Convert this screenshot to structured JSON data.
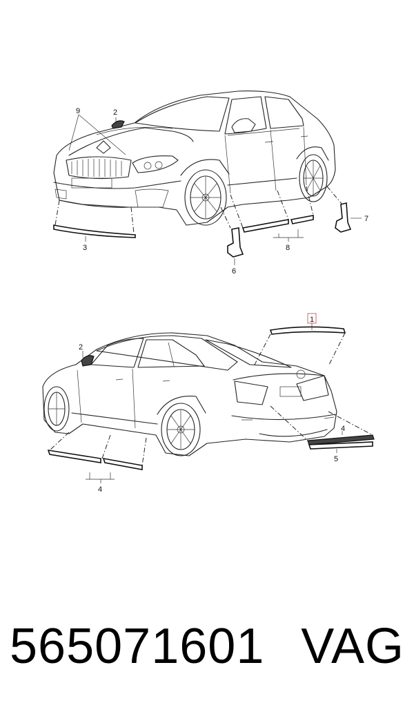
{
  "callouts_front": [
    "9",
    "2",
    "3",
    "6",
    "8",
    "7"
  ],
  "callouts_rear": [
    "1",
    "2",
    "4",
    "5",
    "4"
  ],
  "footer": {
    "part_number": "565071601",
    "brand": "VAG"
  },
  "colors": {
    "highlight_box": "#e06070",
    "line": "#222222"
  }
}
